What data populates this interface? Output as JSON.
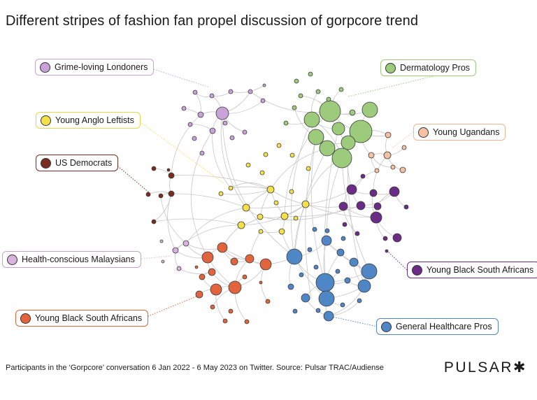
{
  "title": "Different stripes of fashion fan propel discussion of gorpcore trend",
  "footer": "Participants in the ‘Gorpcore’ conversation 6 Jan 2022 - 6 May 2023 on Twitter. Source: Pulsar TRAC/Audiense",
  "brand": "PULSAR✱",
  "colors": {
    "grime": "#c8a2d8",
    "derm": "#9ccb7c",
    "anglo": "#f5e04a",
    "uganda": "#f5c1a2",
    "usdem": "#7a2c1e",
    "ysa_purple": "#6a2c84",
    "malay": "#d9b3dd",
    "ysa_orange": "#e2643c",
    "health": "#4f86c6",
    "edge": "#c6c6c6"
  },
  "legend": [
    {
      "id": "grime",
      "label": "Grime-loving Londoners"
    },
    {
      "id": "derm",
      "label": "Dermatology Pros"
    },
    {
      "id": "anglo",
      "label": "Young Anglo Leftists"
    },
    {
      "id": "uganda",
      "label": "Young Ugandans"
    },
    {
      "id": "usdem",
      "label": "US Democrats"
    },
    {
      "id": "malay",
      "label": "Health-conscious Malaysians"
    },
    {
      "id": "ysa_purple",
      "label": "Young Black South Africans"
    },
    {
      "id": "ysa_orange",
      "label": "Young Black South Africans"
    },
    {
      "id": "health",
      "label": "General Healthcare Pros"
    }
  ]
}
